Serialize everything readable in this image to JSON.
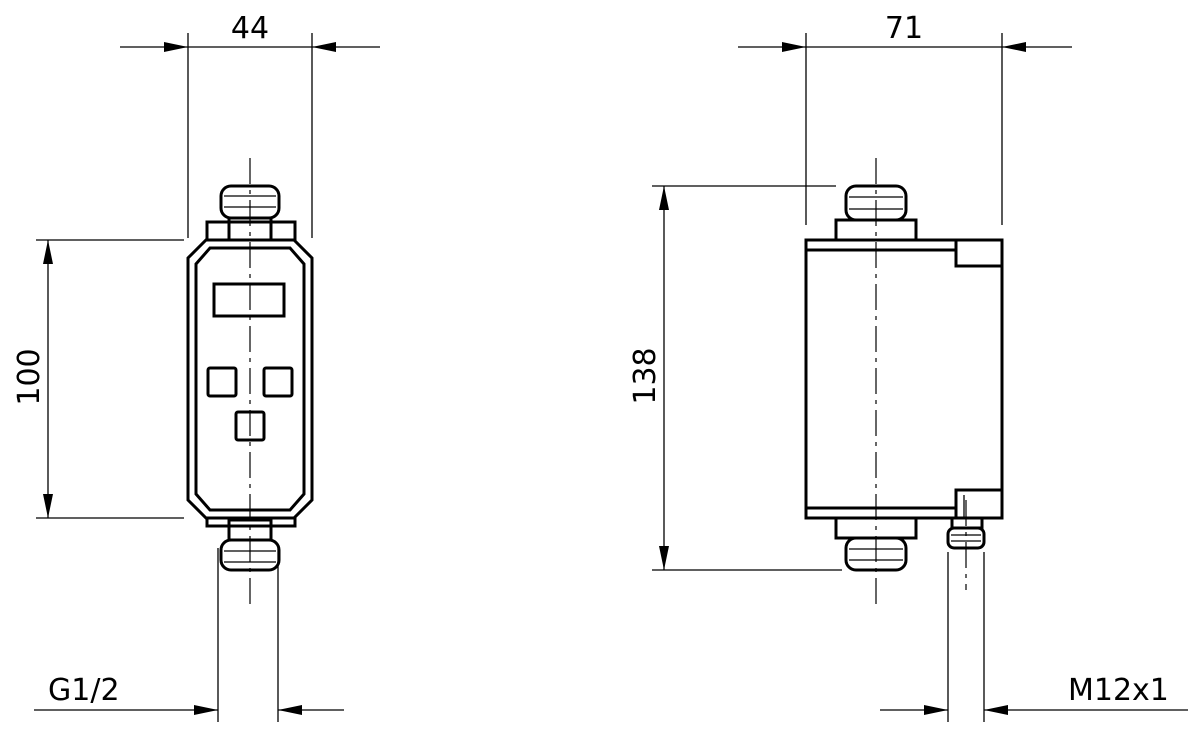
{
  "dimensions": {
    "front_width": "44",
    "front_height": "100",
    "front_thread": "G1/2",
    "side_width": "71",
    "side_height": "138",
    "side_connector": "M12x1"
  }
}
